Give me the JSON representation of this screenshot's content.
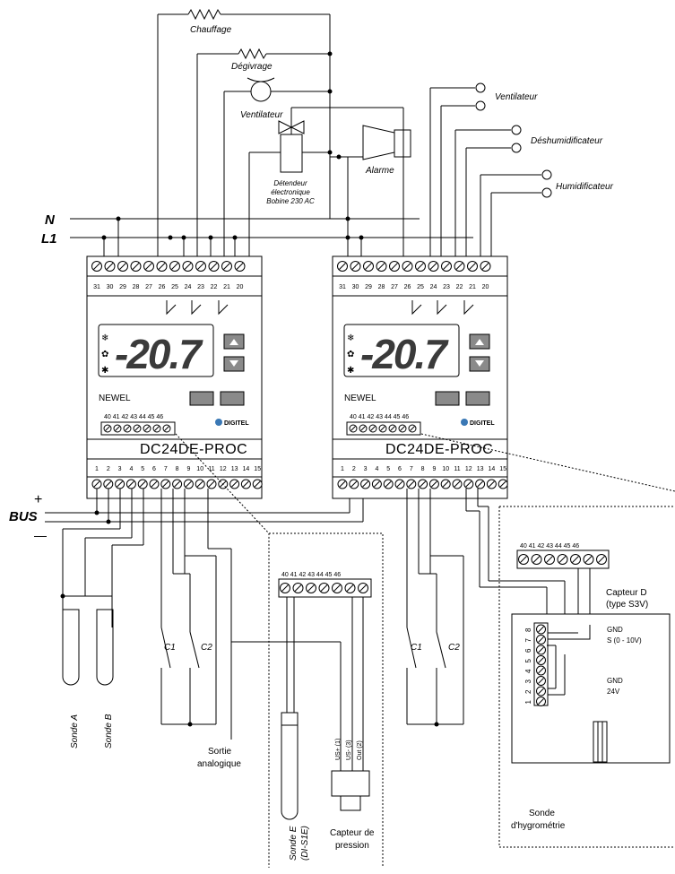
{
  "supply": {
    "neutral": "N",
    "line": "L1"
  },
  "bus": {
    "label": "BUS",
    "plus": "+",
    "minus": "—"
  },
  "loads": {
    "heating": "Chauffage",
    "defrost": "Dégivrage",
    "fan": "Ventilateur",
    "valve": [
      "Détendeur",
      "électronique",
      "Bobine 230 AC"
    ],
    "alarm": "Alarme"
  },
  "outputs_right": [
    "Ventilateur",
    "Déshumidificateur",
    "Humidificateur"
  ],
  "controller": {
    "model": "DC24DE-PROC",
    "display": "-20.7",
    "brand": "NEWEL",
    "maker": "DIGITEL",
    "top_terminals": [
      "31",
      "30",
      "29",
      "28",
      "27",
      "26",
      "25",
      "24",
      "23",
      "22",
      "21",
      "20"
    ],
    "bottom_terminals": [
      "1",
      "2",
      "3",
      "4",
      "5",
      "6",
      "7",
      "8",
      "9",
      "10",
      "11",
      "12",
      "13",
      "14",
      "15"
    ],
    "aux_terminals": "40 41 42 43 44 45 46"
  },
  "inputs": {
    "probe_a": "Sonde A",
    "probe_b": "Sonde B",
    "contact_1": "C1",
    "contact_2": "C2",
    "analog_out": [
      "Sortie",
      "analogique"
    ],
    "probe_e": [
      "Sonde E",
      "(DI-S1E)"
    ],
    "pressure_pins": [
      "US+ (1)",
      "US- (3)",
      "Out (2)"
    ],
    "pressure_sensor": [
      "Capteur de",
      "pression"
    ]
  },
  "sensor_d": {
    "title": [
      "Capteur D",
      "(type S3V)"
    ],
    "pins": [
      "8",
      "7",
      "6",
      "5",
      "4",
      "3",
      "2",
      "1"
    ],
    "gnd_top": "GND",
    "signal": "S (0 - 10V)",
    "gnd_bottom": "GND",
    "supply": "24V",
    "probe_name": [
      "Sonde",
      "d'hygrométrie"
    ]
  }
}
